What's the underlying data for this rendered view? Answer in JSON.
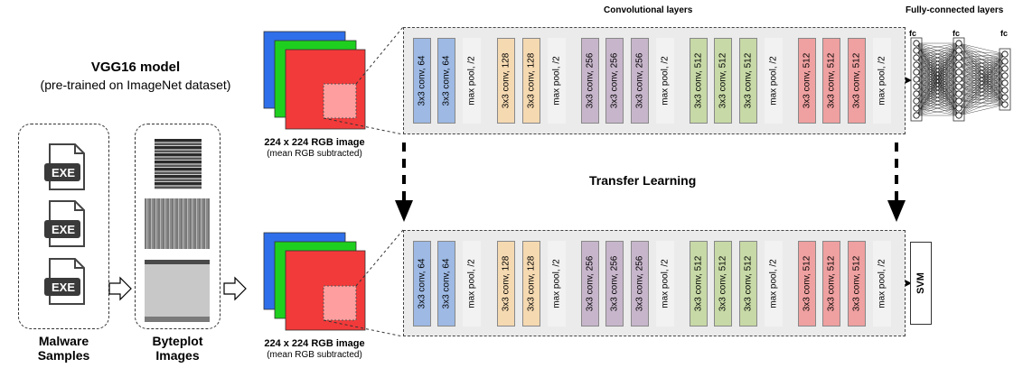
{
  "model": {
    "title": "VGG16 model",
    "subtitle": "(pre-trained on ImageNet dataset)"
  },
  "samples": {
    "file_label": "EXE",
    "caption_line1": "Malware",
    "caption_line2": "Samples"
  },
  "byteplot": {
    "caption_line1": "Byteplot",
    "caption_line2": "Images"
  },
  "input_image": {
    "caption": "224 x 224 RGB image",
    "subcaption": "(mean RGB subtracted)"
  },
  "headers": {
    "conv": "Convolutional layers",
    "fc": "Fully-connected layers",
    "fc_label": "fc"
  },
  "transfer": "Transfer Learning",
  "svm": "SVM",
  "layers": [
    {
      "label": "3x3 conv, 64",
      "color": "#9db9e4"
    },
    {
      "label": "3x3 conv, 64",
      "color": "#9db9e4"
    },
    {
      "label": "max pool, /2",
      "color": "#f2f2f2"
    },
    {
      "label": "3x3 conv, 128",
      "color": "#f5d9b1"
    },
    {
      "label": "3x3 conv, 128",
      "color": "#f5d9b1"
    },
    {
      "label": "max pool, /2",
      "color": "#f2f2f2"
    },
    {
      "label": "3x3 conv, 256",
      "color": "#c7b6cb"
    },
    {
      "label": "3x3 conv, 256",
      "color": "#c7b6cb"
    },
    {
      "label": "3x3 conv, 256",
      "color": "#c7b6cb"
    },
    {
      "label": "max pool, /2",
      "color": "#f2f2f2"
    },
    {
      "label": "3x3 conv, 512",
      "color": "#c7d9a6"
    },
    {
      "label": "3x3 conv, 512",
      "color": "#c7d9a6"
    },
    {
      "label": "3x3 conv, 512",
      "color": "#c7d9a6"
    },
    {
      "label": "max pool, /2",
      "color": "#f2f2f2"
    },
    {
      "label": "3x3 conv, 512",
      "color": "#efa0a0"
    },
    {
      "label": "3x3 conv, 512",
      "color": "#efa0a0"
    },
    {
      "label": "3x3 conv, 512",
      "color": "#efa0a0"
    },
    {
      "label": "max pool, /2",
      "color": "#f2f2f2"
    }
  ]
}
